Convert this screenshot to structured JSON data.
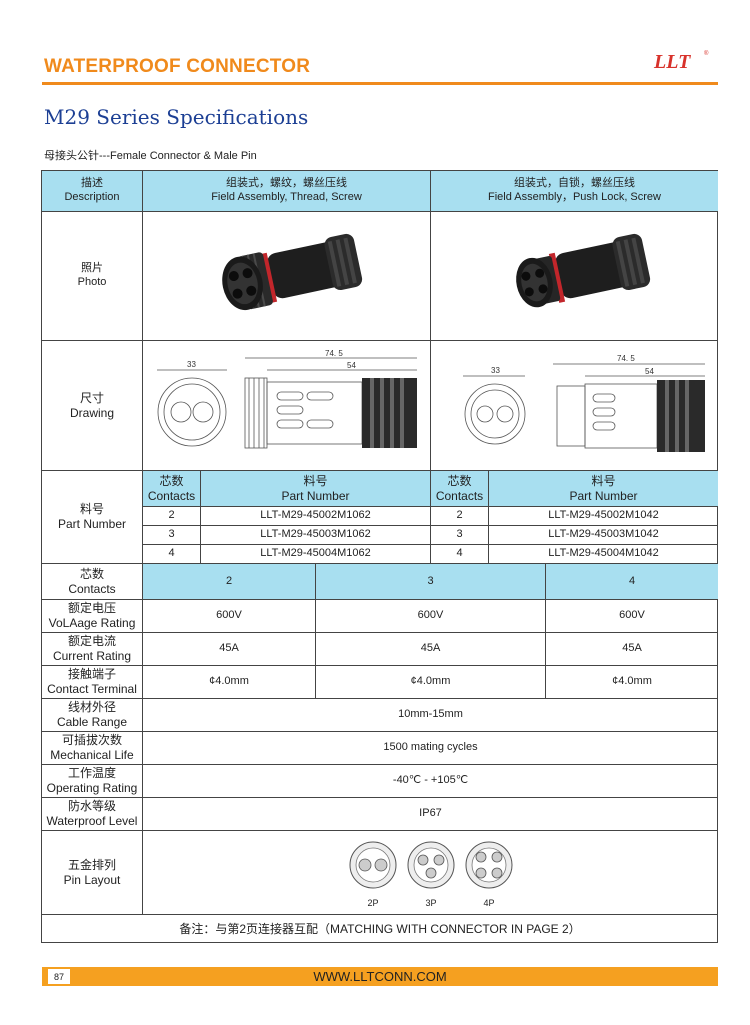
{
  "header": {
    "title": "WATERPROOF CONNECTOR",
    "logo_text": "LLT"
  },
  "page_title": "M29 Series Specifications",
  "subtitle": "母接头公针---Female Connector & Male Pin",
  "table": {
    "description": {
      "label_cn": "描述",
      "label_en": "Description",
      "col1_cn": "组装式，螺纹，螺丝压线",
      "col1_en": "Field Assembly, Thread, Screw",
      "col2_cn": "组装式，自锁，螺丝压线",
      "col2_en": "Field Assembly，Push Lock, Screw"
    },
    "photo": {
      "label_cn": "照片",
      "label_en": "Photo"
    },
    "drawing": {
      "label_cn": "尺寸",
      "label_en": "Drawing",
      "dims": {
        "overall": "74. 5",
        "body": "54",
        "face": "33"
      }
    },
    "part_number": {
      "label_cn": "料号",
      "label_en": "Part Number",
      "contacts_cn": "芯数",
      "contacts_en": "Contacts",
      "pn_cn": "料号",
      "pn_en": "Part Number",
      "left": [
        {
          "contacts": "2",
          "pn": "LLT-M29-45002M1062"
        },
        {
          "contacts": "3",
          "pn": "LLT-M29-45003M1062"
        },
        {
          "contacts": "4",
          "pn": "LLT-M29-45004M1062"
        }
      ],
      "right": [
        {
          "contacts": "2",
          "pn": "LLT-M29-45002M1042"
        },
        {
          "contacts": "3",
          "pn": "LLT-M29-45003M1042"
        },
        {
          "contacts": "4",
          "pn": "LLT-M29-45004M1042"
        }
      ]
    },
    "specs": {
      "contacts": {
        "label_cn": "芯数",
        "label_en": "Contacts",
        "values": [
          "2",
          "3",
          "4"
        ]
      },
      "voltage": {
        "label_cn": "额定电压",
        "label_en": "VoLAage Rating",
        "values": [
          "600V",
          "600V",
          "600V"
        ]
      },
      "current": {
        "label_cn": "额定电流",
        "label_en": "Current Rating",
        "values": [
          "45A",
          "45A",
          "45A"
        ]
      },
      "terminal": {
        "label_cn": "接触端子",
        "label_en": "Contact Terminal",
        "values": [
          "¢4.0mm",
          "¢4.0mm",
          "¢4.0mm"
        ]
      },
      "cable": {
        "label_cn": "线材外径",
        "label_en": "Cable Range",
        "value": "10mm-15mm"
      },
      "mechanical": {
        "label_cn": "可插拔次数",
        "label_en": "Mechanical Life",
        "value": "1500 mating cycles"
      },
      "operating": {
        "label_cn": "工作温度",
        "label_en": "Operating  Rating",
        "value": "-40℃ - +105℃"
      },
      "waterproof": {
        "label_cn": "防水等级",
        "label_en": "Waterproof Level",
        "value": "IP67"
      }
    },
    "pin_layout": {
      "label_cn": "五金排列",
      "label_en": "Pin Layout",
      "pins": [
        "2P",
        "3P",
        "4P"
      ]
    },
    "note": "备注：与第2页连接器互配（MATCHING WITH CONNECTOR IN PAGE 2）"
  },
  "footer": {
    "page_number": "87",
    "url": "WWW.LLTCONN.COM"
  },
  "colors": {
    "accent_orange": "#f08a1c",
    "header_blue": "#a8dff0",
    "title_blue": "#1c3f94"
  }
}
